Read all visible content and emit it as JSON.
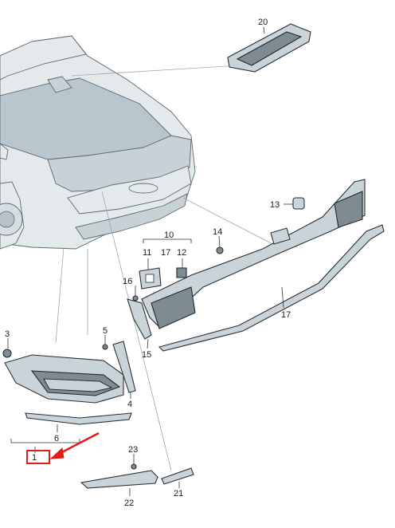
{
  "diagram": {
    "callouts": [
      {
        "id": "20",
        "text": "20"
      },
      {
        "id": "13",
        "text": "13"
      },
      {
        "id": "14",
        "text": "14"
      },
      {
        "id": "10",
        "text": "10"
      },
      {
        "id": "11",
        "text": "11"
      },
      {
        "id": "17a",
        "text": "17"
      },
      {
        "id": "12",
        "text": "12"
      },
      {
        "id": "16",
        "text": "16"
      },
      {
        "id": "17b",
        "text": "17"
      },
      {
        "id": "3",
        "text": "3"
      },
      {
        "id": "5",
        "text": "5"
      },
      {
        "id": "15",
        "text": "15"
      },
      {
        "id": "4",
        "text": "4"
      },
      {
        "id": "6",
        "text": "6"
      },
      {
        "id": "1",
        "text": "1"
      },
      {
        "id": "23",
        "text": "23"
      },
      {
        "id": "22",
        "text": "22"
      },
      {
        "id": "21",
        "text": "21"
      }
    ],
    "highlight_color": "#e01b1b"
  }
}
